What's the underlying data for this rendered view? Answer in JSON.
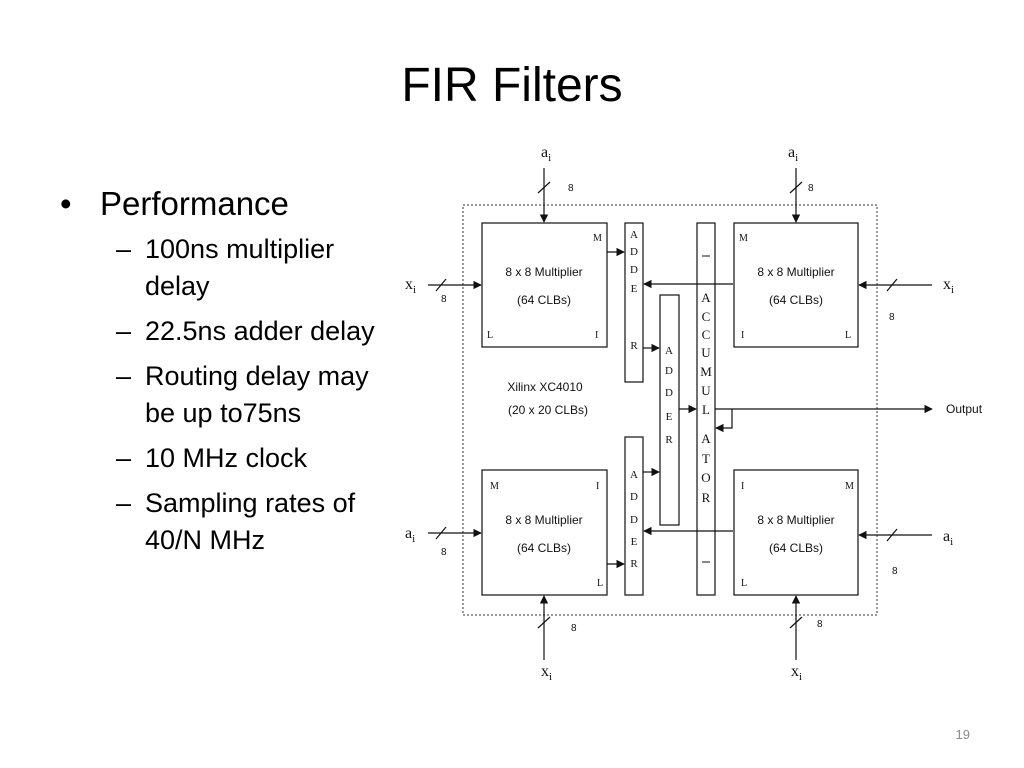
{
  "title": "FIR Filters",
  "bullets": {
    "main": "Performance",
    "items": [
      "100ns multiplier delay",
      "22.5ns adder delay",
      "Routing delay may be up to75ns",
      "10 MHz clock",
      "Sampling rates of 40/N MHz"
    ]
  },
  "diagram": {
    "multiplier_label": "8 x 8 Multiplier",
    "multiplier_clbs": "(64 CLBs)",
    "chip_name": "Xilinx XC4010",
    "chip_clbs": "(20 x 20 CLBs)",
    "adder_letters": [
      "A",
      "D",
      "D",
      "E",
      "R"
    ],
    "accumulator_letters": [
      "A",
      "C",
      "C",
      "U",
      "M",
      "U",
      "L",
      "A",
      "T",
      "O",
      "R"
    ],
    "output_label": "Output",
    "bus_width": "8",
    "a_in": "a",
    "x_in": "x",
    "sub_i": "i",
    "pin_m": "M",
    "pin_l": "L",
    "pin_i": "I"
  },
  "slide_number": "19"
}
